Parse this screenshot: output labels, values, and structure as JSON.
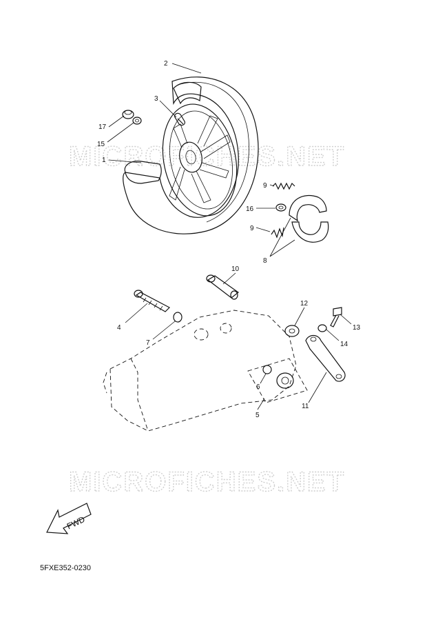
{
  "watermark": "MICROFICHES.NET",
  "fwd_label": "FWD",
  "diagram_code": "5FXE352-0230",
  "callouts": {
    "c1": "1",
    "c2": "2",
    "c3": "3",
    "c4": "4",
    "c5": "5",
    "c6": "6",
    "c7": "7",
    "c8": "8",
    "c9a": "9",
    "c9b": "9",
    "c10": "10",
    "c11": "11",
    "c12": "12",
    "c13": "13",
    "c14": "14",
    "c15": "15",
    "c16": "16",
    "c17": "17"
  }
}
